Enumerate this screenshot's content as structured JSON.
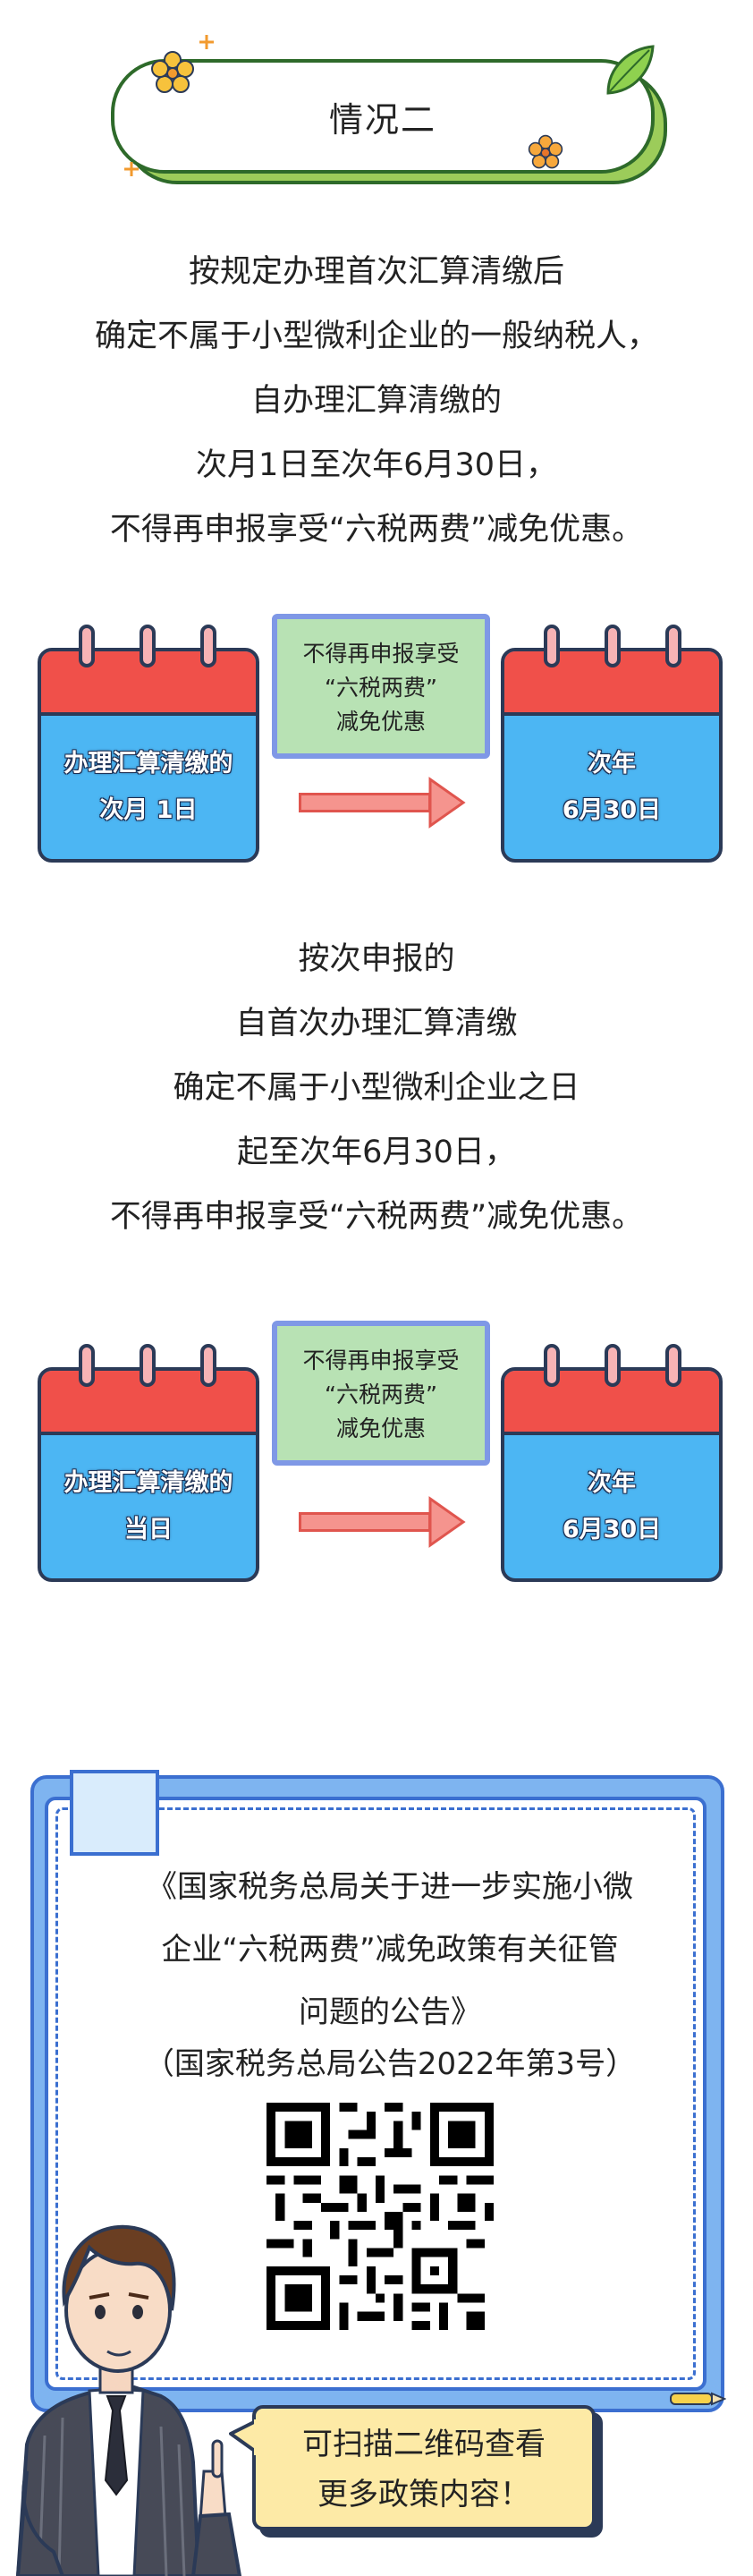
{
  "header": {
    "title": "情况二"
  },
  "section1": {
    "lines": [
      "按规定办理首次汇算清缴后",
      "确定不属于小型微利企业的一般纳税人，",
      "自办理汇算清缴的",
      "次月1日至次年6月30日，",
      "不得再申报享受“六税两费”减免优惠。"
    ],
    "diagram": {
      "left_calendar": [
        "办理汇算清缴的",
        "次月 1日"
      ],
      "middle_box": [
        "不得再申报享受",
        "“六税两费”",
        "减免优惠"
      ],
      "right_calendar": [
        "次年",
        "6月30日"
      ]
    }
  },
  "section2": {
    "lines": [
      "按次申报的",
      "自首次办理汇算清缴",
      "确定不属于小型微利企业之日",
      "起至次年6月30日，",
      "不得再申报享受“六税两费”减免优惠。"
    ],
    "diagram": {
      "left_calendar": [
        "办理汇算清缴的",
        "当日"
      ],
      "middle_box": [
        "不得再申报享受",
        "“六税两费”",
        "减免优惠"
      ],
      "right_calendar": [
        "次年",
        "6月30日"
      ]
    }
  },
  "policy": {
    "title_lines": [
      "《国家税务总局关于进一步实施小微",
      "企业“六税两费”减免政策有关征管",
      "问题的公告》"
    ],
    "number": "（国家税务总局公告2022年第3号）"
  },
  "bubble": {
    "lines": [
      "可扫描二维码查看",
      "更多政策内容！"
    ]
  },
  "colors": {
    "calendar_top": "#f0504a",
    "calendar_body": "#4cb6f3",
    "box_fill": "#b8e2b4",
    "box_border": "#7f98e6",
    "card_blue": "#7eb4f0",
    "header_green": "#9ccc5a",
    "bubble_yellow": "#fdeaa6"
  }
}
